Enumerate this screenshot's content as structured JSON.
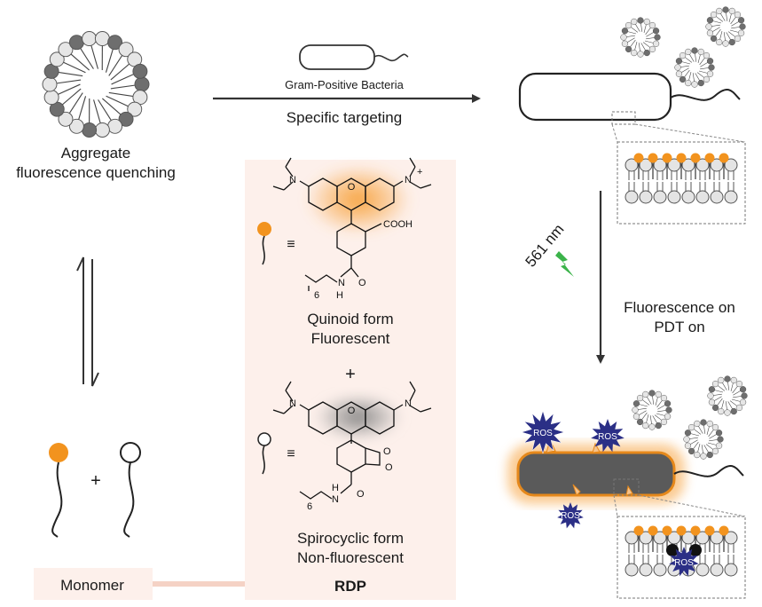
{
  "labels": {
    "bacteria_type": "Gram-Positive Bacteria",
    "specific_targeting": "Specific targeting",
    "aggregate_line1": "Aggregate",
    "aggregate_line2": "fluorescence quenching",
    "wavelength": "561 nm",
    "fluor_on": "Fluorescence on",
    "pdt_on": "PDT on",
    "quinoid_line1": "Quinoid form",
    "quinoid_line2": "Fluorescent",
    "plus_center": "+",
    "plus_left": "+",
    "spiro_line1": "Spirocyclic form",
    "spiro_line2": "Non-fluorescent",
    "rdp": "RDP",
    "monomer": "Monomer",
    "equiv_top": "≡",
    "equiv_bottom": "≡"
  },
  "chem": {
    "cooh": "COOH",
    "n": "N",
    "nh": "N",
    "h": "H",
    "o": "O",
    "plus_charge": "+",
    "sub6": "6"
  },
  "ros": [
    "ROS",
    "ROS",
    "ROS",
    "ROS"
  ],
  "colors": {
    "orange": "#f2931e",
    "panel": "#fdf0eb",
    "ros_fill": "#2b2f86",
    "dark": "#333333"
  }
}
